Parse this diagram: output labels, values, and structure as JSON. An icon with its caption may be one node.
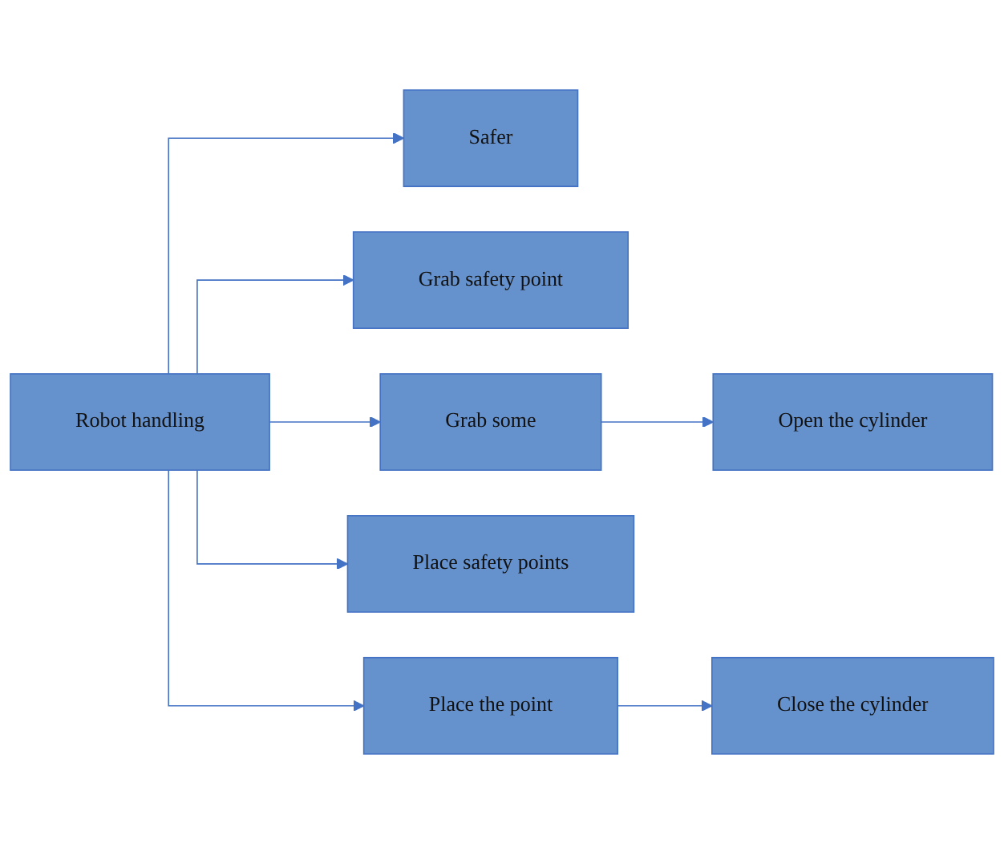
{
  "diagram": {
    "nodes": [
      {
        "text": [
          "Robot handling"
        ]
      },
      {
        "text": [
          "Safer"
        ]
      },
      {
        "text": [
          "Grab safety point"
        ]
      },
      {
        "text": [
          "Grab some"
        ]
      },
      {
        "text": [
          "Place safety points"
        ]
      },
      {
        "text": [
          "Place the point"
        ]
      },
      {
        "text": [
          "Open the cylinder"
        ]
      },
      {
        "text": [
          "Close the cylinder"
        ]
      }
    ],
    "edges": [
      {
        "from": 0,
        "to": 1,
        "arrow": "to"
      },
      {
        "from": 0,
        "to": 2,
        "arrow": "to"
      },
      {
        "from": 0,
        "to": 3,
        "arrow": "to"
      },
      {
        "from": 0,
        "to": 4,
        "arrow": "to"
      },
      {
        "from": 0,
        "to": 5,
        "arrow": "to"
      },
      {
        "from": 3,
        "to": 6,
        "arrow": "to"
      },
      {
        "from": 5,
        "to": 7,
        "arrow": "to"
      }
    ]
  }
}
